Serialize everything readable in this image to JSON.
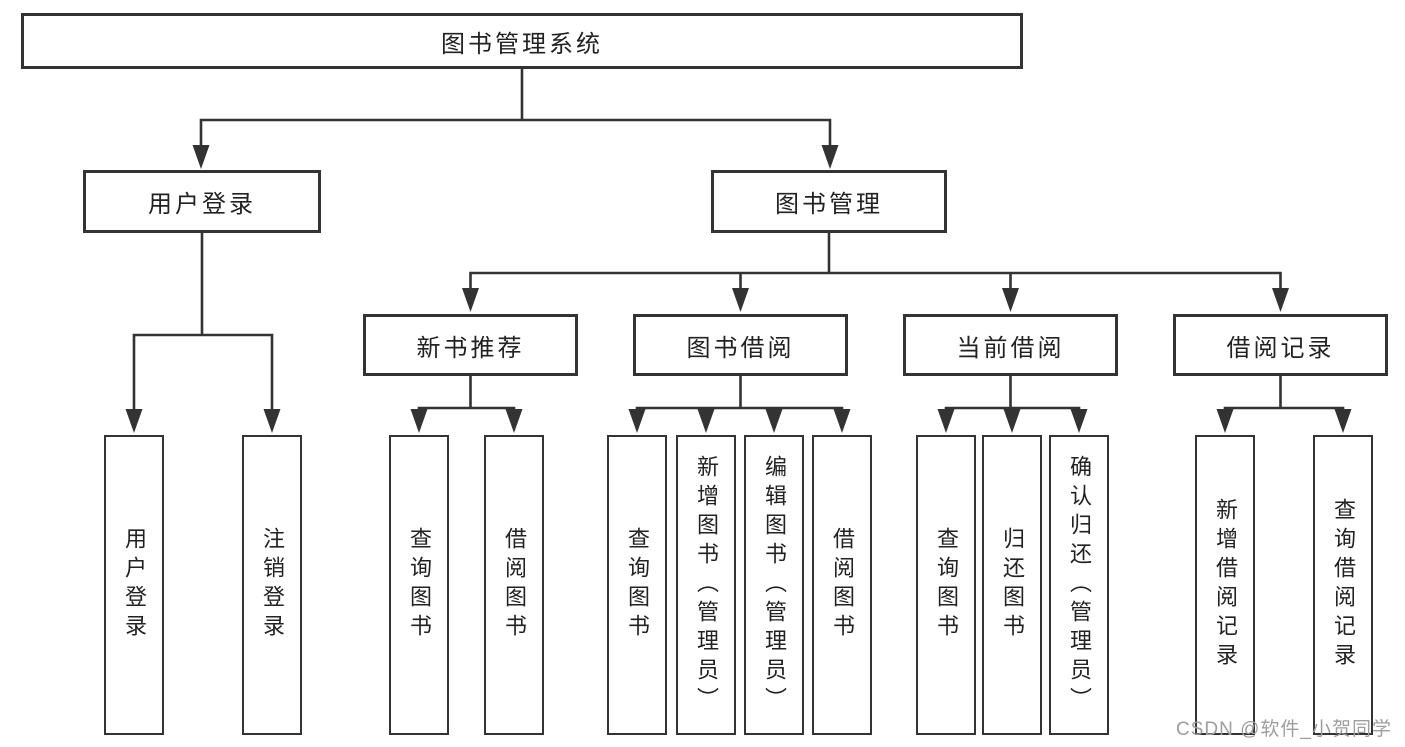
{
  "tree": {
    "label": "图书管理系统",
    "children": [
      {
        "label": "用户登录",
        "children": [
          {
            "label": "用户登录"
          },
          {
            "label": "注销登录"
          }
        ]
      },
      {
        "label": "图书管理",
        "children": [
          {
            "label": "新书推荐",
            "children": [
              {
                "label": "查询图书"
              },
              {
                "label": "借阅图书"
              }
            ]
          },
          {
            "label": "图书借阅",
            "children": [
              {
                "label": "查询图书"
              },
              {
                "label": "新增图书（管理员）"
              },
              {
                "label": "编辑图书（管理员）"
              },
              {
                "label": "借阅图书"
              }
            ]
          },
          {
            "label": "当前借阅",
            "children": [
              {
                "label": "查询图书"
              },
              {
                "label": "归还图书"
              },
              {
                "label": "确认归还（管理员）"
              }
            ]
          },
          {
            "label": "借阅记录",
            "children": [
              {
                "label": "新增借阅记录"
              },
              {
                "label": "查询借阅记录"
              }
            ]
          }
        ]
      }
    ]
  },
  "watermark": "CSDN @软件_小贺同学",
  "colors": {
    "line": "#333333",
    "box_border": "#333333",
    "text": "#222222",
    "background": "#ffffff",
    "watermark": "#9e9e9e"
  }
}
